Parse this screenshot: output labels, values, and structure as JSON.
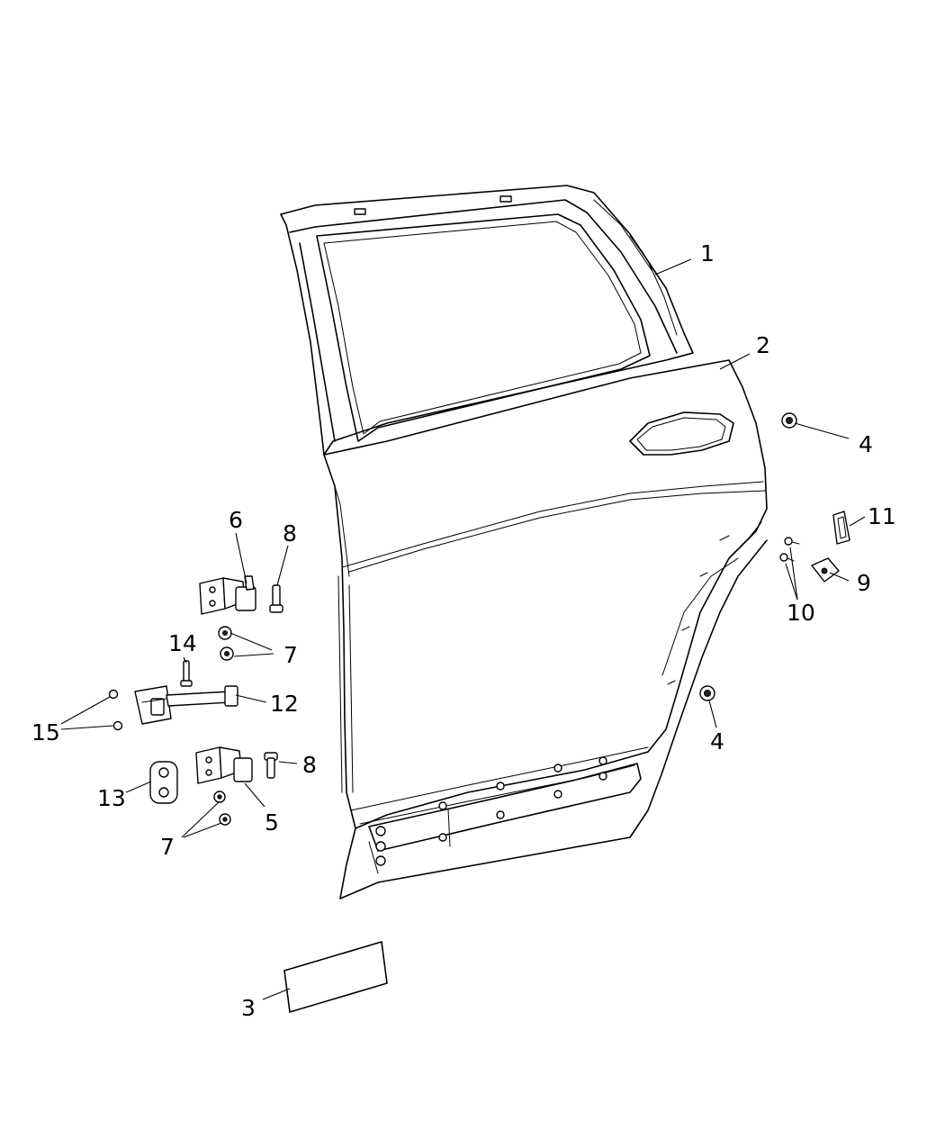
{
  "callouts": {
    "c1": "1",
    "c2": "2",
    "c3": "3",
    "c4a": "4",
    "c4b": "4",
    "c5": "5",
    "c6": "6",
    "c7a": "7",
    "c7b": "7",
    "c8a": "8",
    "c8b": "8",
    "c9": "9",
    "c10": "10",
    "c11": "11",
    "c12": "12",
    "c13": "13",
    "c14": "14",
    "c15": "15"
  },
  "colors": {
    "line": "#000000",
    "background": "#ffffff"
  }
}
